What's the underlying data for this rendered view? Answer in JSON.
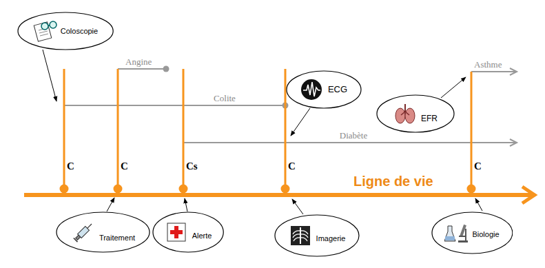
{
  "diagram": {
    "nodes": [
      {
        "text": [
          "Coloscopie"
        ]
      },
      {
        "text": [
          "ECG"
        ]
      },
      {
        "text": [
          "EFR"
        ]
      },
      {
        "text": [
          "Traitement"
        ]
      },
      {
        "text": [
          "Alerte"
        ]
      },
      {
        "text": [
          "Imagerie"
        ]
      },
      {
        "text": [
          "Biologie"
        ]
      }
    ],
    "labels": [
      "Angine",
      "Asthme",
      "Colite",
      "Diabète",
      "C",
      "C",
      "Cs",
      "C",
      "C",
      "Ligne de vie"
    ]
  }
}
